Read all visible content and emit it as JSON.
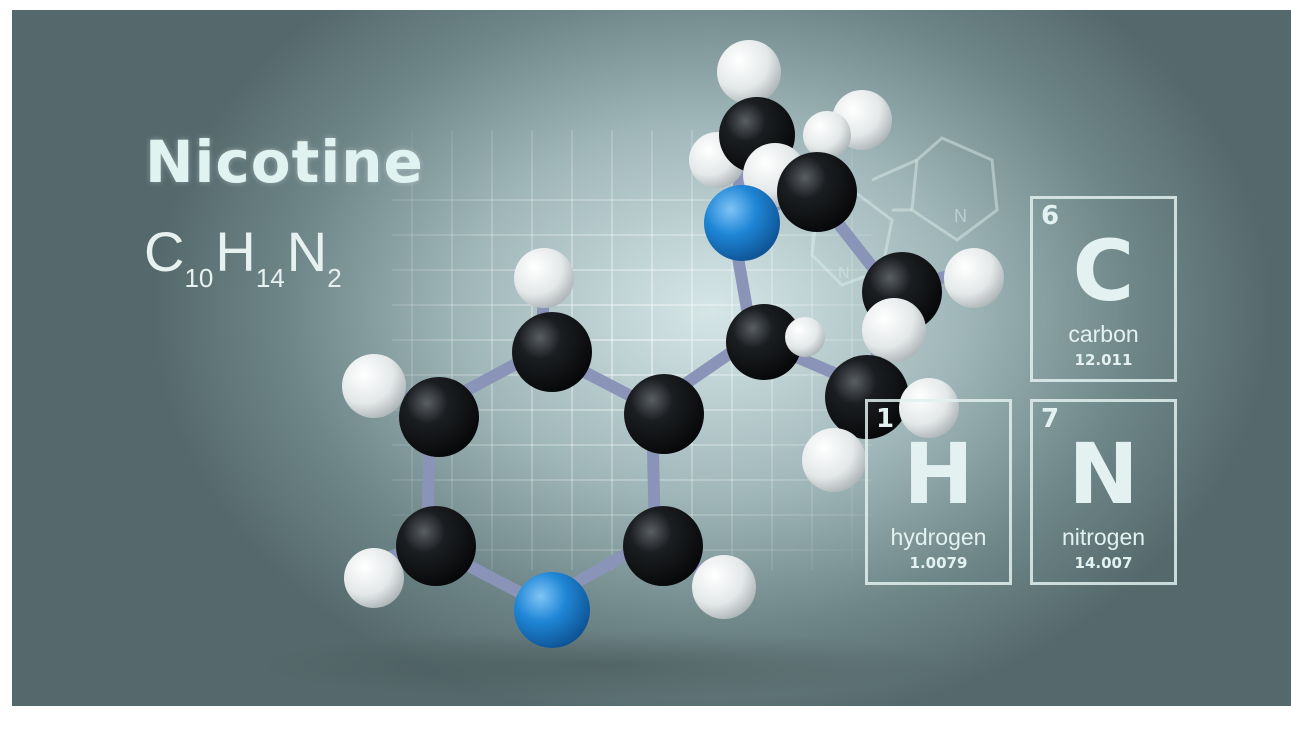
{
  "title": "Nicotine",
  "formula": {
    "parts": [
      {
        "el": "C",
        "sub": "10"
      },
      {
        "el": "H",
        "sub": "14"
      },
      {
        "el": "N",
        "sub": "2"
      }
    ]
  },
  "elements": [
    {
      "number": "6",
      "symbol": "C",
      "name": "carbon",
      "mass": "12.011"
    },
    {
      "number": "1",
      "symbol": "H",
      "name": "hydrogen",
      "mass": "1.0079"
    },
    {
      "number": "7",
      "symbol": "N",
      "name": "nitrogen",
      "mass": "14.007"
    }
  ],
  "atom_colors": {
    "carbon": "#121416",
    "hydrogen": "#eef1f2",
    "nitrogen": "#1f86d6",
    "bond": "#8a94b8"
  }
}
